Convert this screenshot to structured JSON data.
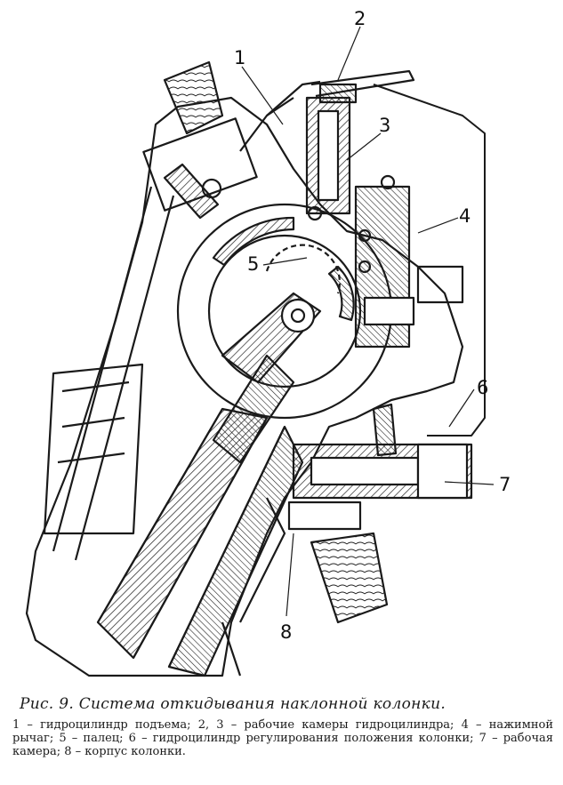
{
  "figure": {
    "callouts": [
      "1",
      "2",
      "3",
      "4",
      "5",
      "6",
      "7",
      "8"
    ]
  },
  "caption": {
    "title": "Рис. 9. Система откидывания наклонной колонки.",
    "legend": "1 – гидроцилиндр подъема; 2, 3 – рабочие камеры гидроцилиндра; 4 – нажимной рычаг; 5 – палец; 6 – гидроцилиндр регулирования положения колонки; 7 – рабочая камера; 8 – корпус колонки."
  }
}
